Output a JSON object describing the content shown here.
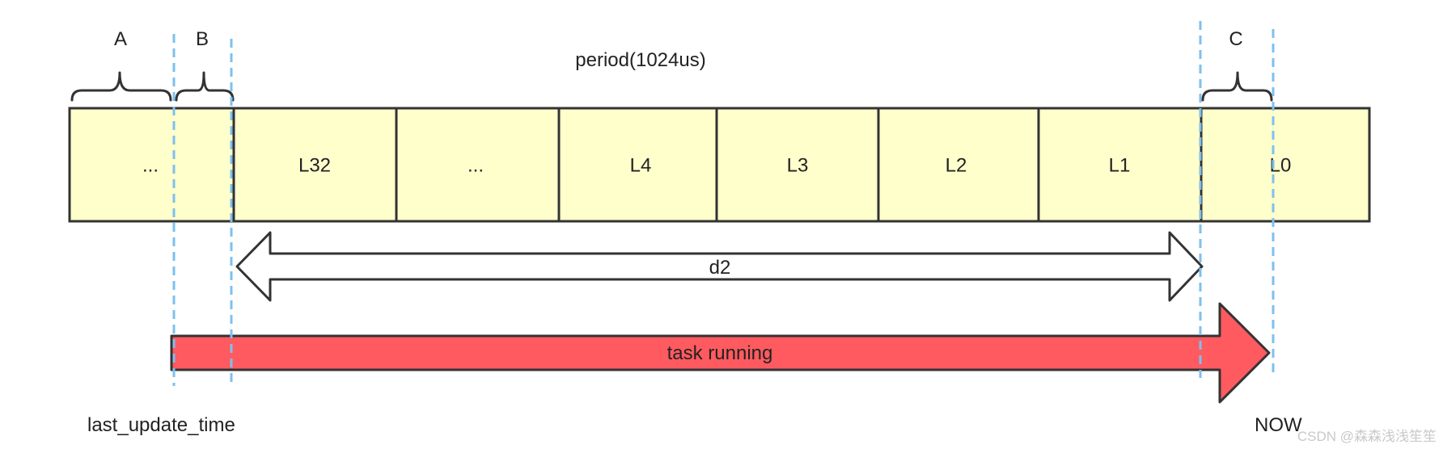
{
  "colors": {
    "cell_fill": "#ffffcc",
    "outline": "#333333",
    "guide_line": "#7ec0ee",
    "task_arrow": "#ff5a5f"
  },
  "braces": {
    "a": "A",
    "b": "B",
    "c": "C"
  },
  "period_label": "period(1024us)",
  "cells": [
    {
      "label": "..."
    },
    {
      "label": "L32"
    },
    {
      "label": "..."
    },
    {
      "label": "L4"
    },
    {
      "label": "L3"
    },
    {
      "label": "L2"
    },
    {
      "label": "L1"
    },
    {
      "label": "L0"
    }
  ],
  "d2_label": "d2",
  "task_label": "task running",
  "last_update_label": "last_update_time",
  "now_label": "NOW",
  "watermark": "CSDN @森森浅浅笙笙"
}
